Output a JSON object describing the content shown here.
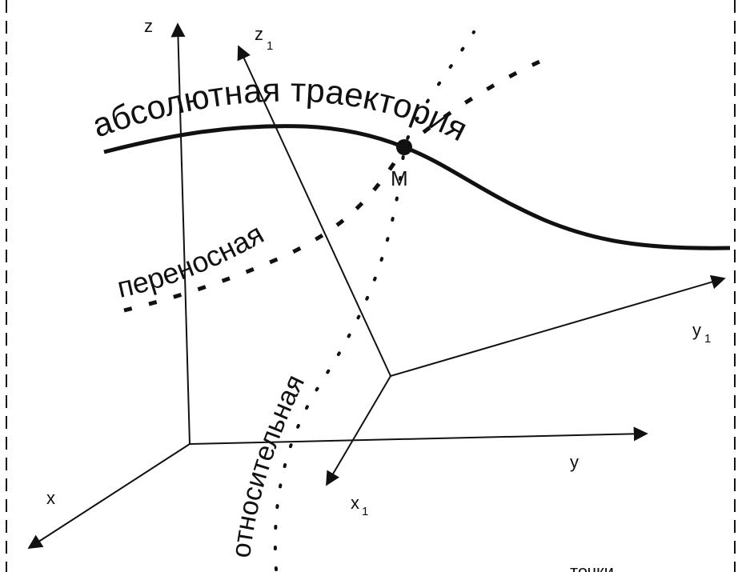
{
  "axes": {
    "fixed": {
      "z": "z",
      "y": "y",
      "x": "x"
    },
    "moving": {
      "z": "z",
      "y": "y",
      "x": "x",
      "subscript": "1"
    }
  },
  "point": {
    "label": "M"
  },
  "trajectories": {
    "absolute": "абсолютная траектория",
    "transport": "переносная",
    "relative": "относительная"
  },
  "bottom_fragment": "точки",
  "colors": {
    "ink": "#111111",
    "background": "#ffffff"
  }
}
